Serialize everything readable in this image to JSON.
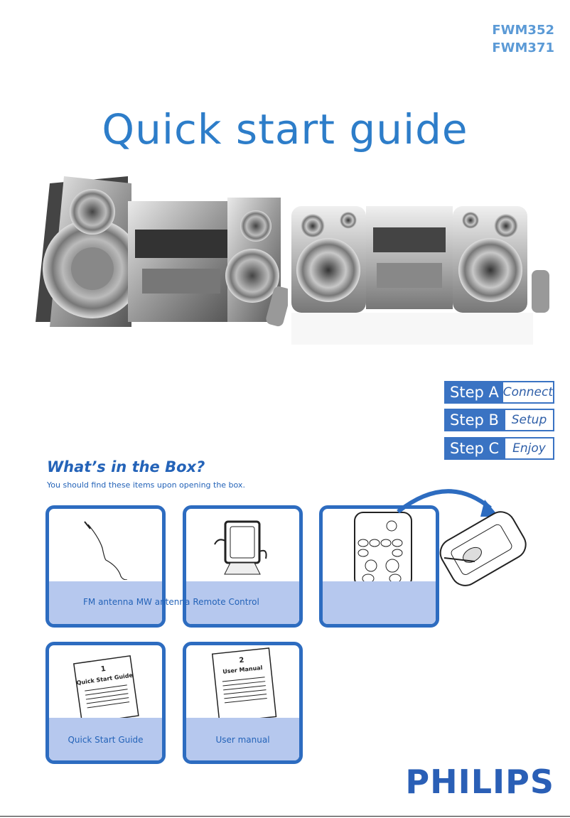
{
  "header": {
    "models": [
      "FWM352",
      "FWM371"
    ],
    "title": "Quick start guide"
  },
  "steps": [
    {
      "label": "Step A",
      "value": "Connect"
    },
    {
      "label": "Step B",
      "value": "Setup"
    },
    {
      "label": "Step C",
      "value": "Enjoy"
    }
  ],
  "box": {
    "heading": "What’s in the Box?",
    "subtitle": "You should find these items upon opening the box.",
    "row1_captions": [
      "FM antenna",
      "MW antenna",
      "Remote Control"
    ],
    "items": [
      {
        "caption": "Quick Start Guide",
        "doc_number": "1",
        "doc_title": "Quick Start Guide"
      },
      {
        "caption": "User manual",
        "doc_number": "2",
        "doc_title": "User Manual"
      }
    ]
  },
  "brand": {
    "logo_text": "PHILIPS",
    "accent": "#2d7dc9",
    "card_border": "#2d6cc0",
    "card_band": "#b6c8ee"
  }
}
